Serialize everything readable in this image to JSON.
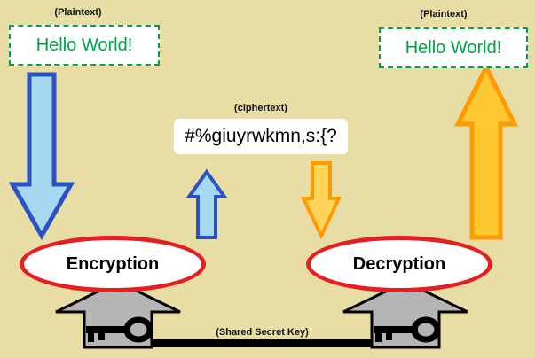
{
  "diagram": {
    "left_plaintext": {
      "label": "(Plaintext)",
      "value": "Hello World!"
    },
    "right_plaintext": {
      "label": "(Plaintext)",
      "value": "Hello World!"
    },
    "ciphertext": {
      "label": "(ciphertext)",
      "value": "#%giuyrwkmn,s:{?"
    },
    "encryption_node": "Encryption",
    "decryption_node": "Decryption",
    "shared_key_label": "(Shared Secret Key)"
  },
  "colors": {
    "background": "#e7dda5",
    "plaintext_green": "#00a14b",
    "oval_red": "#e51f1f",
    "blue_arrow_fill": "#a6d9f0",
    "blue_arrow_stroke": "#2a52c4",
    "gold_arrow_fill": "#ffc832",
    "gold_arrow_stroke": "#ff9a00",
    "key_arrow_gray": "#b5b5b5",
    "key_black": "#000000"
  }
}
